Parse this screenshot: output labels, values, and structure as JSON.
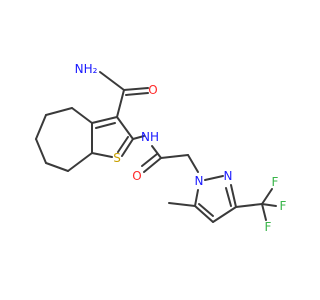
{
  "colors": {
    "N": "#1a1aff",
    "O": "#ff2a2a",
    "S": "#c8a000",
    "F": "#39b54a",
    "bond": "#3a3a3a"
  },
  "labels": {
    "amide_n": "NH₂",
    "amide_o": "O",
    "nh": "NH",
    "ring_s": "S",
    "acyl_o": "O",
    "pyrazole_n1": "N",
    "pyrazole_n2": "N",
    "f_top": "F",
    "f_right": "F",
    "f_bottom": "F"
  }
}
